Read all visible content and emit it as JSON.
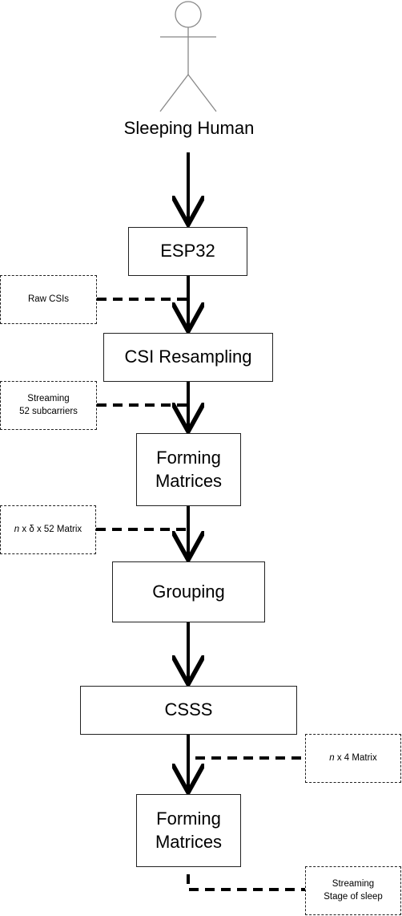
{
  "actor": {
    "label": "Sleeping Human"
  },
  "steps": [
    {
      "id": "esp32",
      "label": "ESP32"
    },
    {
      "id": "csi-resampling",
      "label": "CSI Resampling"
    },
    {
      "id": "forming-matrices-1",
      "label": "Forming\nMatrices"
    },
    {
      "id": "grouping",
      "label": "Grouping"
    },
    {
      "id": "csss",
      "label": "CSSS"
    },
    {
      "id": "forming-matrices-2",
      "label": "Forming\nMatrices"
    }
  ],
  "annotations": {
    "raw_csis": "Raw CSIs",
    "streaming_subcarriers": "Streaming\n52 subcarriers",
    "matrix_n_delta": {
      "var": "n",
      "text": " x δ x 52 Matrix"
    },
    "matrix_n_4": {
      "var": "n",
      "text": " x 4 Matrix"
    },
    "stage_of_sleep": "Streaming\nStage of sleep"
  }
}
